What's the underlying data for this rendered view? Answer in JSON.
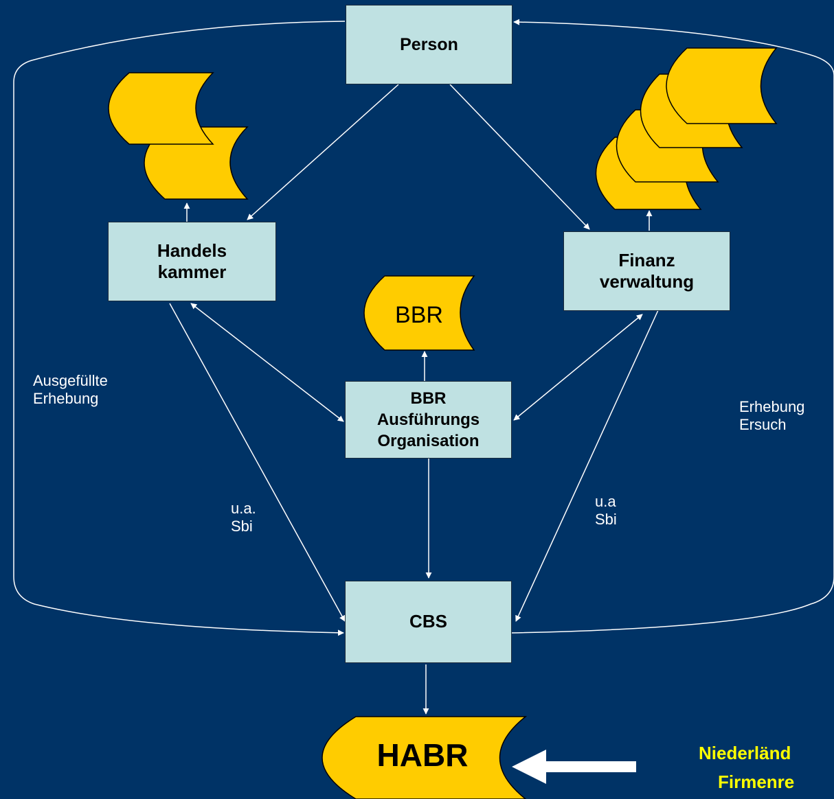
{
  "nodes": {
    "person": "Person",
    "handelskammer": [
      "Handels",
      "kammer"
    ],
    "finanzverwaltung": [
      "Finanz",
      "verwaltung"
    ],
    "bbr_org": [
      "BBR",
      "Ausführungs",
      "Organisation"
    ],
    "cbs": "CBS"
  },
  "databases": {
    "bbr": "BBR",
    "habr": "HABR"
  },
  "labels": {
    "ausgefuellte": [
      "Ausgefüllte",
      "Erhebung"
    ],
    "erhebung": [
      "Erhebung",
      "Ersuch"
    ],
    "ua_left": [
      "u.a.",
      "Sbi"
    ],
    "ua_right": [
      "u.a",
      "Sbi"
    ]
  },
  "banner": [
    "Niederländ",
    "Firmenre"
  ],
  "colors": {
    "background": "#003366",
    "box_fill": "#bfe1e2",
    "db_fill": "#ffcc00",
    "line": "#ffffff",
    "banner_text": "#ffff00"
  }
}
